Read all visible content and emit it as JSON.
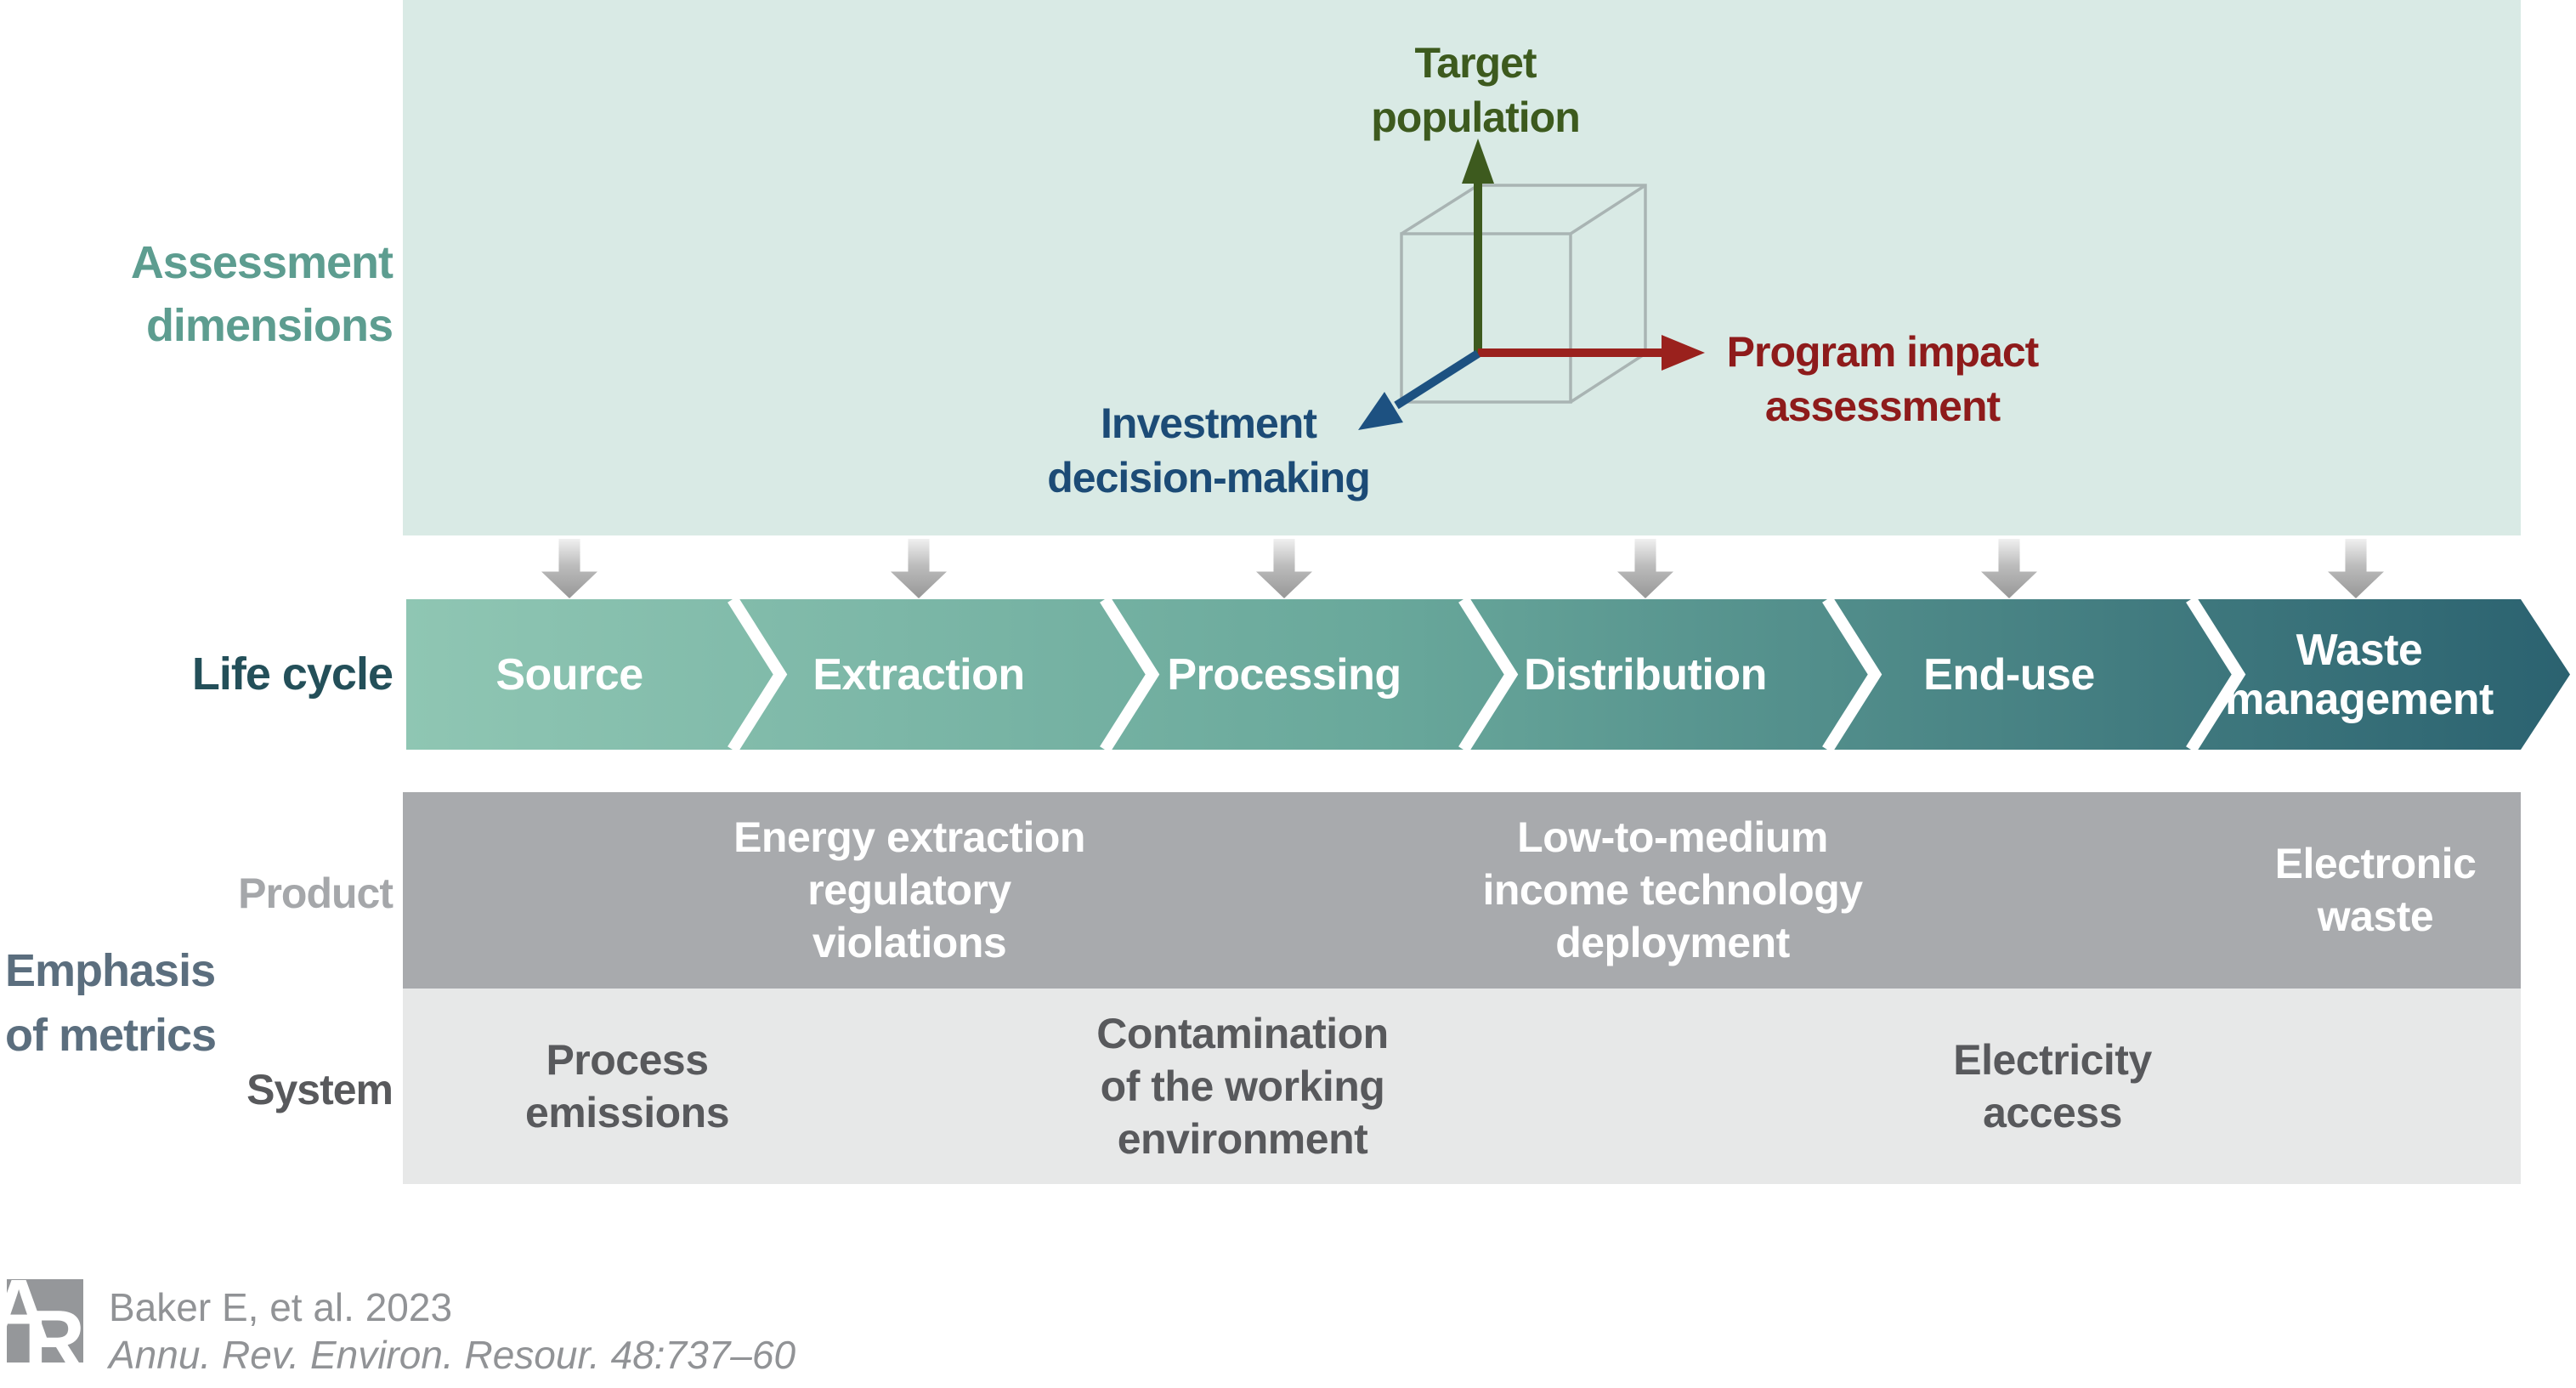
{
  "figure": {
    "type": "life-cycle assessment framework diagram",
    "colors": {
      "panel_mint": "#d9eae5",
      "assessment_label_teal": "#5d9d90",
      "life_cycle_label_teal": "#234f59",
      "chevron_gradient_start": "#8fc6b3",
      "chevron_gradient_end": "#2b6270",
      "product_row_gray": "#a8aaad",
      "system_row_gray": "#e7e8e8",
      "emphasis_label_slate": "#5b6e7e",
      "axis_green": "#3d5a1e",
      "axis_red": "#8e1b1b",
      "axis_blue": "#1c4b76",
      "citation_gray": "#919396"
    }
  },
  "assessment_dimensions": {
    "section_label_line1": "Assessment",
    "section_label_line2": "dimensions",
    "axes": {
      "target": {
        "line1": "Target",
        "line2": "population"
      },
      "program": {
        "line1": "Program impact",
        "line2": "assessment"
      },
      "investment": {
        "line1": "Investment",
        "line2": "decision-making"
      }
    }
  },
  "life_cycle": {
    "section_label": "Life cycle",
    "stages": [
      "Source",
      "Extraction",
      "Processing",
      "Distribution",
      "End-use",
      "Waste management"
    ]
  },
  "emphasis_of_metrics": {
    "section_label_line1": "Emphasis",
    "section_label_line2": "of metrics",
    "rows": [
      {
        "label": "Product",
        "items": [
          "Energy extraction regulatory violations",
          "Low-to-medium income technology deployment",
          "Electronic waste"
        ]
      },
      {
        "label": "System",
        "items": [
          "Process emissions",
          "Contamination of the working environment",
          "Electricity access"
        ]
      }
    ]
  },
  "citation": {
    "logo_a": "A",
    "logo_r": "R",
    "line1": "Baker E, et al. 2023",
    "line2": "Annu. Rev. Environ. Resour. 48:737–60"
  }
}
